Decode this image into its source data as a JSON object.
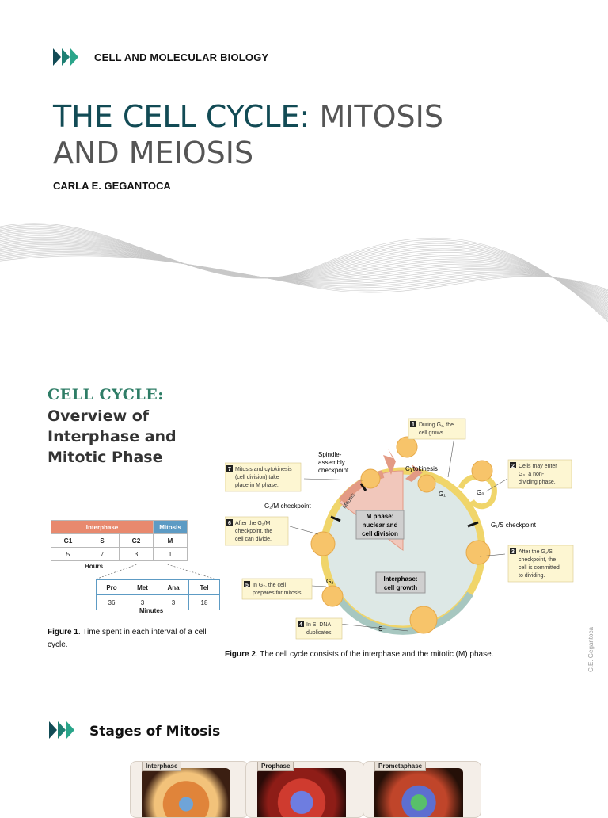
{
  "header": {
    "subject": "CELL AND MOLECULAR BIOLOGY"
  },
  "title": {
    "accent": "THE CELL CYCLE:",
    "rest": " MITOSIS AND MEIOSIS"
  },
  "author": "CARLA E. GEGANTOCA",
  "section": {
    "kicker": "CELL CYCLE:",
    "title": "Overview of Interphase and Mitotic Phase"
  },
  "table_hours": {
    "group_headers": [
      "Interphase",
      "Mitosis"
    ],
    "columns": [
      "G1",
      "S",
      "G2",
      "M"
    ],
    "values": [
      "5",
      "7",
      "3",
      "1"
    ],
    "unit": "Hours"
  },
  "table_minutes": {
    "columns": [
      "Pro",
      "Met",
      "Ana",
      "Tel"
    ],
    "values": [
      "36",
      "3",
      "3",
      "18"
    ],
    "unit": "Minutes"
  },
  "figure1": {
    "label": "Figure 1",
    "text": ". Time spent in each interval of a cell cycle."
  },
  "figure2": {
    "label": "Figure 2",
    "text": ". The cell cycle consists of the interphase and the mitotic (M) phase.",
    "center_m": [
      "M phase:",
      "nuclear and",
      "cell division"
    ],
    "center_i": [
      "Interphase:",
      "cell growth"
    ],
    "labels": {
      "spindle": [
        "Spindle-",
        "assembly",
        "checkpoint"
      ],
      "cytokinesis": "Cytokinesis",
      "mitosis": "Mitosis",
      "g2m": "G₂/M checkpoint",
      "g1s": "G₁/S checkpoint",
      "g1": "G₁",
      "g0": "G₀",
      "g2": "G₂",
      "s": "S"
    },
    "notes": [
      {
        "n": "1",
        "lines": [
          "During G₁, the",
          "cell grows."
        ]
      },
      {
        "n": "2",
        "lines": [
          "Cells may enter",
          "G₀, a non-",
          "dividing phase."
        ]
      },
      {
        "n": "3",
        "lines": [
          "After the G₁/S",
          "checkpoint, the",
          "cell is committed",
          "to dividing."
        ]
      },
      {
        "n": "4",
        "lines": [
          "In S, DNA",
          "duplicates."
        ]
      },
      {
        "n": "5",
        "lines": [
          "In G₂, the cell",
          "prepares for mitosis."
        ]
      },
      {
        "n": "6",
        "lines": [
          "After the G₂/M",
          "checkpoint, the",
          "cell can divide."
        ]
      },
      {
        "n": "7",
        "lines": [
          "Mitosis and cytokinesis",
          "(cell division) take",
          "place in M phase."
        ]
      }
    ]
  },
  "side_credit": "C.E. Gegantoca",
  "stages": {
    "title": "Stages of Mitosis",
    "cards": [
      "Interphase",
      "Prophase",
      "Prometaphase"
    ]
  },
  "colors": {
    "accent": "#124b55",
    "kicker": "#2e7d66",
    "chevron_dark": "#124b55",
    "chevron_light": "#2aa58a"
  }
}
